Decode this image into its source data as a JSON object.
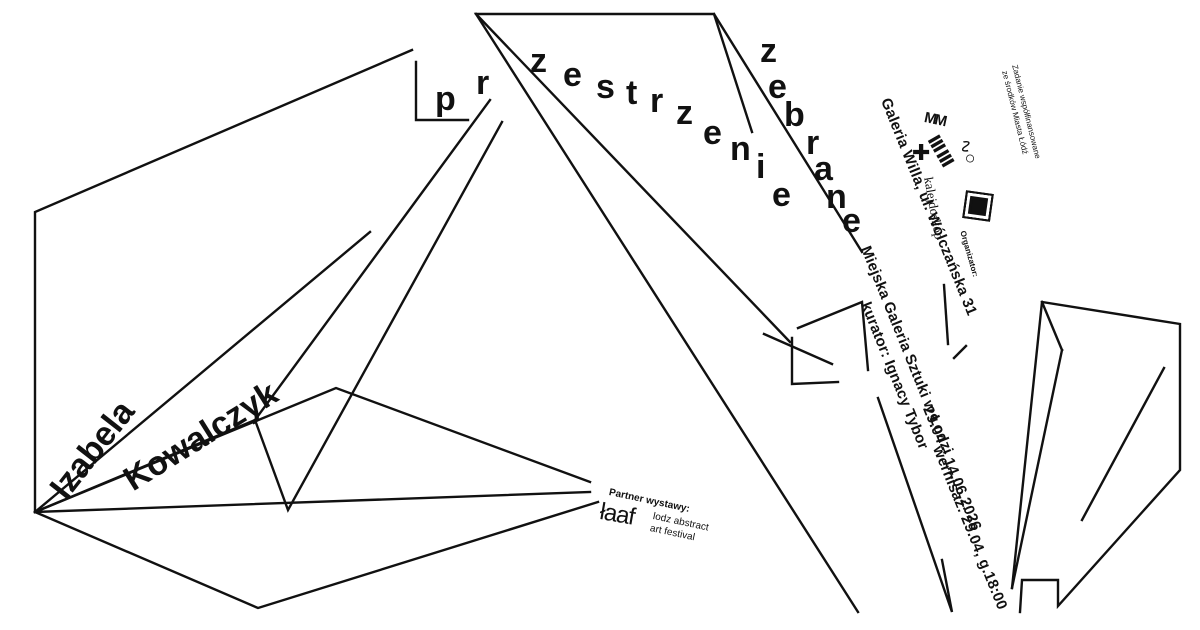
{
  "title": {
    "word1": [
      "p",
      "r",
      "z",
      "e",
      "s",
      "t",
      "r",
      "z",
      "e",
      "n",
      "i",
      "e"
    ],
    "word2": [
      "z",
      "e",
      "b",
      "r",
      "a",
      "n",
      "e"
    ]
  },
  "artist": {
    "first_name": "Izabela",
    "last_name": "Kowalczyk"
  },
  "venue": {
    "line1": "Galeria Willa, ul. Wólczańska 31",
    "line2": "Miejska Galeria Sztuki w Łodzi",
    "curator": "kurator: Ignacy Tybor",
    "dates": "29.04 – 14.06.2026",
    "vernissage": "wernisaż: 29.04, g.18:00"
  },
  "partner": {
    "label": "Partner wystawy:",
    "logo_text": "łaaf",
    "logo_sub1": "lodz abstract",
    "logo_sub2": "art festival"
  },
  "logos": {
    "organizer_label": "Organizator:",
    "funding_line1": "Zadanie współfinansowane",
    "funding_line2": "ze środków Miasta Łódź",
    "kalejdoskop": "kalejdoskop",
    "mm": "MM"
  }
}
